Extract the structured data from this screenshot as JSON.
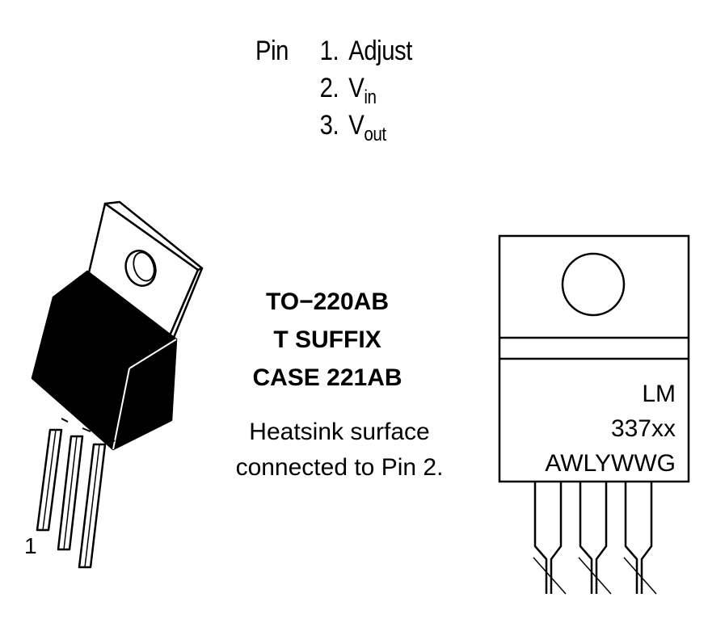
{
  "pinout": {
    "prefix": "Pin",
    "pins": [
      {
        "number": "1.",
        "name": "Adjust",
        "sub": ""
      },
      {
        "number": "2.",
        "name": "V",
        "sub": "in"
      },
      {
        "number": "3.",
        "name": "V",
        "sub": "out"
      }
    ]
  },
  "package": {
    "line1": "TO−220AB",
    "line2": "T SUFFIX",
    "line3": "CASE 221AB"
  },
  "note": {
    "line1": "Heatsink surface",
    "line2": "connected to Pin 2."
  },
  "marking": {
    "line1": "LM",
    "line2": "337xx",
    "line3": "AWLYWWG"
  },
  "pin1_label": "1"
}
